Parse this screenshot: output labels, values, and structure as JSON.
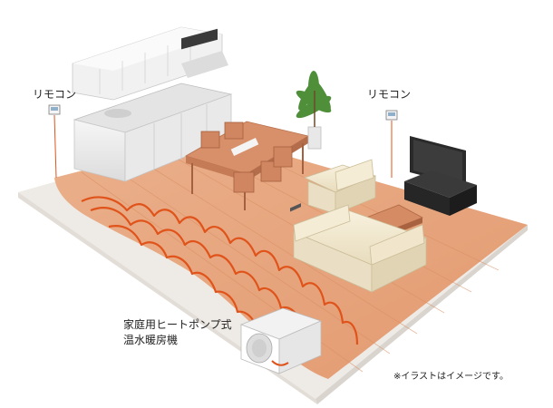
{
  "labels": {
    "remote_left": "リモコン",
    "remote_right": "リモコン",
    "heat_pump_line1": "家庭用ヒートポンプ式",
    "heat_pump_line2": "温水暖房機",
    "note": "※イラストはイメージです。"
  },
  "colors": {
    "floor_wood": "#e9a57c",
    "floor_base": "#eeeae5",
    "heating_pipe": "#e0531b",
    "furniture_wood": "#d8906a",
    "sofa": "#f3ead2",
    "kitchen": "#f0f0f0",
    "tv": "#2a2a2a"
  },
  "icons": [
    "remote-controller-icon",
    "kitchen-icon",
    "dining-set-icon",
    "sofa-icon",
    "tv-icon",
    "plant-icon",
    "heat-pump-unit-icon"
  ]
}
